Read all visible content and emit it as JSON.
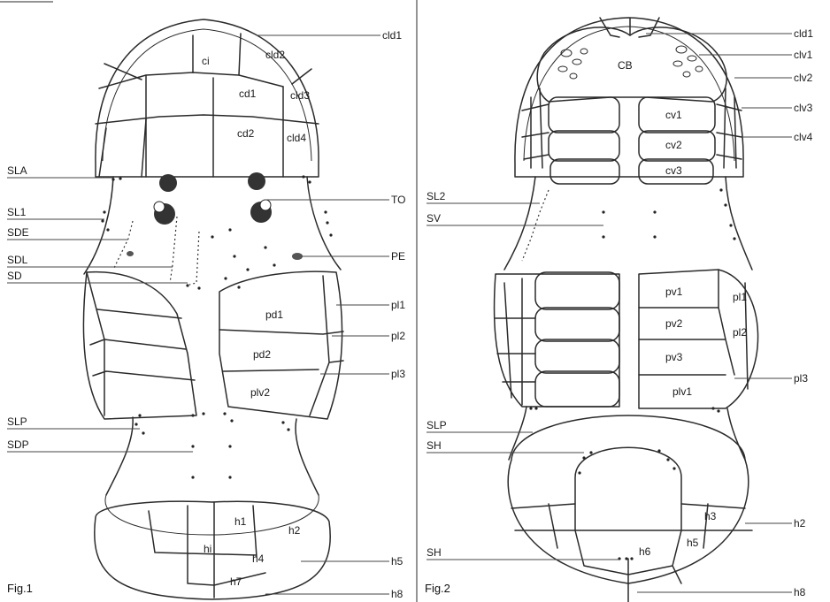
{
  "fig1": {
    "title": "Fig.1",
    "leaders_right": [
      "cld1",
      "TO",
      "PE",
      "pl1",
      "pl2",
      "pl3",
      "h5",
      "h8"
    ],
    "leaders_left": [
      "SLA",
      "SL1",
      "SDE",
      "SDL",
      "SD",
      "SLP",
      "SDP"
    ],
    "plates": [
      "ci",
      "cld2",
      "cd1",
      "cld3",
      "cd2",
      "cld4",
      "pd1",
      "pd2",
      "plv2",
      "h1",
      "h2",
      "hi",
      "h4",
      "h7"
    ]
  },
  "fig2": {
    "title": "Fig.2",
    "leaders_right": [
      "cld1",
      "clv1",
      "clv2",
      "clv3",
      "clv4",
      "pl3",
      "h2",
      "h8"
    ],
    "leaders_left": [
      "SL2",
      "SV",
      "SLP",
      "SH",
      "SH"
    ],
    "plates": [
      "CB",
      "cv1",
      "cv2",
      "cv3",
      "pv1",
      "pl1",
      "pv2",
      "pl2",
      "pv3",
      "plv1",
      "h3",
      "h6",
      "h5"
    ]
  }
}
